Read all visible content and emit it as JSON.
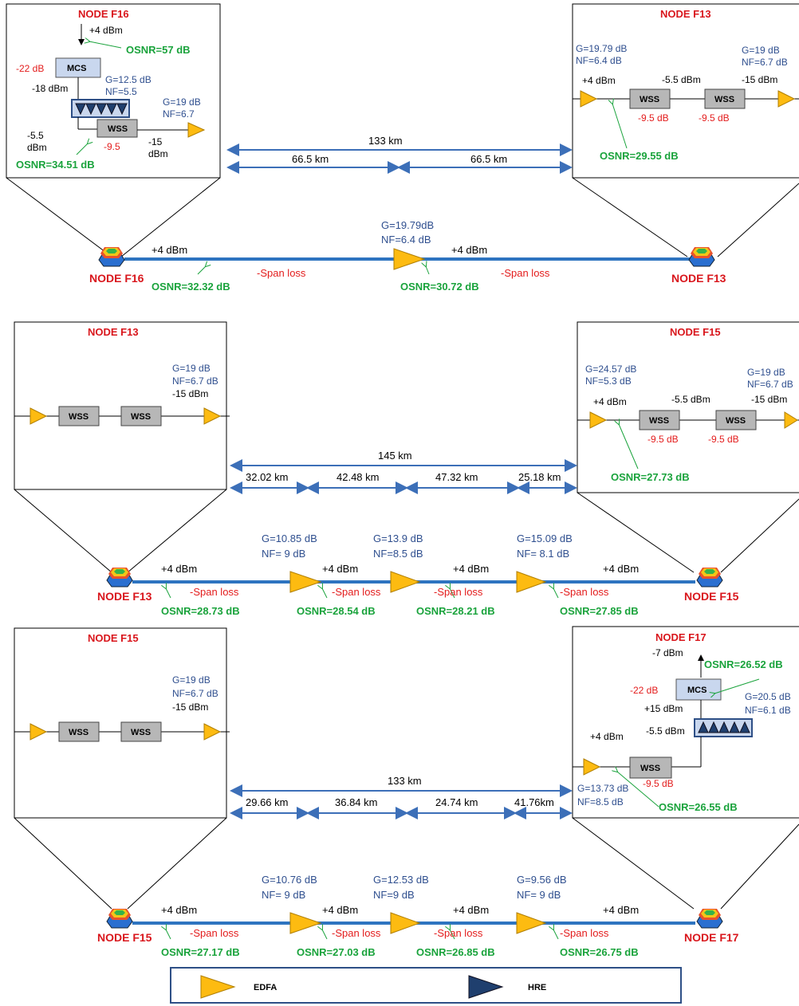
{
  "sections": [
    {
      "left_box": {
        "title": "NODE F16",
        "in_power": "+4 dBm",
        "osnr_top": "OSNR=57 dB",
        "mcs_loss": "-22 dB",
        "mcs_label": "MCS",
        "after_mcs": "-18 dBm",
        "amp_g": "G=12.5 dB",
        "amp_nf": "NF=5.5",
        "wss_in": "-5.5",
        "wss_in_unit": "dBm",
        "wss_label": "WSS",
        "wss_loss": "-9.5",
        "out_power": "-15",
        "out_unit": "dBm",
        "edfa_g": "G=19 dB",
        "edfa_nf": "NF=6.7",
        "osnr_bottom": "OSNR=34.51 dB"
      },
      "right_box": {
        "title": "NODE F13",
        "pre_g": "G=19.79 dB",
        "pre_nf": "NF=6.4 dB",
        "in_power": "+4 dBm",
        "mid_power": "-5.5 dBm",
        "out_power": "-15 dBm",
        "wss1": "WSS",
        "wss2": "WSS",
        "wss1_loss": "-9.5 dB",
        "wss2_loss": "-9.5 dB",
        "post_g": "G=19 dB",
        "post_nf": "NF=6.7 dB",
        "osnr": "OSNR=29.55 dB"
      },
      "total_km": "133 km",
      "spans_km": [
        "66.5 km",
        "66.5 km"
      ],
      "link": {
        "node_left": "NODE F16",
        "node_right": "NODE F13",
        "amps": [
          {
            "g": "G=19.79dB",
            "nf": "NF=6.4 dB",
            "power": "+4 dBm",
            "osnr": "OSNR=30.72 dB"
          }
        ],
        "start_power": "+4 dBm",
        "start_osnr": "OSNR=32.32 dB",
        "span_loss": "-Span loss"
      }
    },
    {
      "left_box": {
        "title": "NODE F13",
        "wss1": "WSS",
        "wss2": "WSS",
        "g": "G=19 dB",
        "nf": "NF=6.7 dB",
        "out_power": "-15 dBm"
      },
      "right_box": {
        "title": "NODE F15",
        "pre_g": "G=24.57 dB",
        "pre_nf": "NF=5.3 dB",
        "in_power": "+4 dBm",
        "mid_power": "-5.5 dBm",
        "out_power": "-15 dBm",
        "wss1": "WSS",
        "wss2": "WSS",
        "wss1_loss": "-9.5 dB",
        "wss2_loss": "-9.5 dB",
        "post_g": "G=19 dB",
        "post_nf": "NF=6.7 dB",
        "osnr": "OSNR=27.73 dB"
      },
      "total_km": "145 km",
      "spans_km": [
        "32.02 km",
        "42.48 km",
        "47.32 km",
        "25.18 km"
      ],
      "link": {
        "node_left": "NODE F13",
        "node_right": "NODE F15",
        "start_power": "+4 dBm",
        "start_osnr": "OSNR=28.73 dB",
        "span_loss": "-Span loss",
        "amps": [
          {
            "g": "G=10.85 dB",
            "nf": "NF= 9 dB",
            "power": "+4 dBm",
            "osnr": "OSNR=28.54 dB"
          },
          {
            "g": "G=13.9 dB",
            "nf": "NF=8.5 dB",
            "power": "+4 dBm",
            "osnr": "OSNR=28.21 dB"
          },
          {
            "g": "G=15.09 dB",
            "nf": "NF= 8.1 dB",
            "power": "+4 dBm",
            "osnr": "OSNR=27.85 dB"
          }
        ]
      }
    },
    {
      "left_box": {
        "title": "NODE F15",
        "wss1": "WSS",
        "wss2": "WSS",
        "g": "G=19 dB",
        "nf": "NF=6.7 dB",
        "out_power": "-15 dBm"
      },
      "right_box": {
        "title": "NODE F17",
        "drop_power": "-7 dBm",
        "osnr_top": "OSNR=26.52 dB",
        "mcs_loss": "-22 dB",
        "mcs_label": "MCS",
        "mcs_in": "+15 dBm",
        "amp_g": "G=20.5 dB",
        "amp_nf": "NF=6.1 dB",
        "in_power": "+4 dBm",
        "wss_out": "-5.5 dBm",
        "wss_label": "WSS",
        "wss_loss": "-9.5 dB",
        "pre_g": "G=13.73 dB",
        "pre_nf": "NF=8.5 dB",
        "osnr_bottom": "OSNR=26.55 dB"
      },
      "total_km": "133 km",
      "spans_km": [
        "29.66 km",
        "36.84 km",
        "24.74 km",
        "41.76km"
      ],
      "link": {
        "node_left": "NODE F15",
        "node_right": "NODE F17",
        "start_power": "+4 dBm",
        "start_osnr": "OSNR=27.17 dB",
        "span_loss": "-Span loss",
        "amps": [
          {
            "g": "G=10.76 dB",
            "nf": "NF= 9 dB",
            "power": "+4 dBm",
            "osnr": "OSNR=27.03 dB"
          },
          {
            "g": "G=12.53 dB",
            "nf": "NF=9 dB",
            "power": "+4 dBm",
            "osnr": "OSNR=26.85 dB"
          },
          {
            "g": "G=9.56 dB",
            "nf": "NF= 9 dB",
            "power": "+4 dBm",
            "osnr": "OSNR=26.75 dB"
          }
        ]
      }
    }
  ],
  "legend": {
    "edfa": "EDFA",
    "hre": "HRE"
  },
  "colors": {
    "edfa": "#fdbb11",
    "hre": "#1f3f6e",
    "fiber": "#2e74c0",
    "osnr": "#1aa33c",
    "loss": "#e31c1c",
    "spec": "#2f4f8f"
  }
}
